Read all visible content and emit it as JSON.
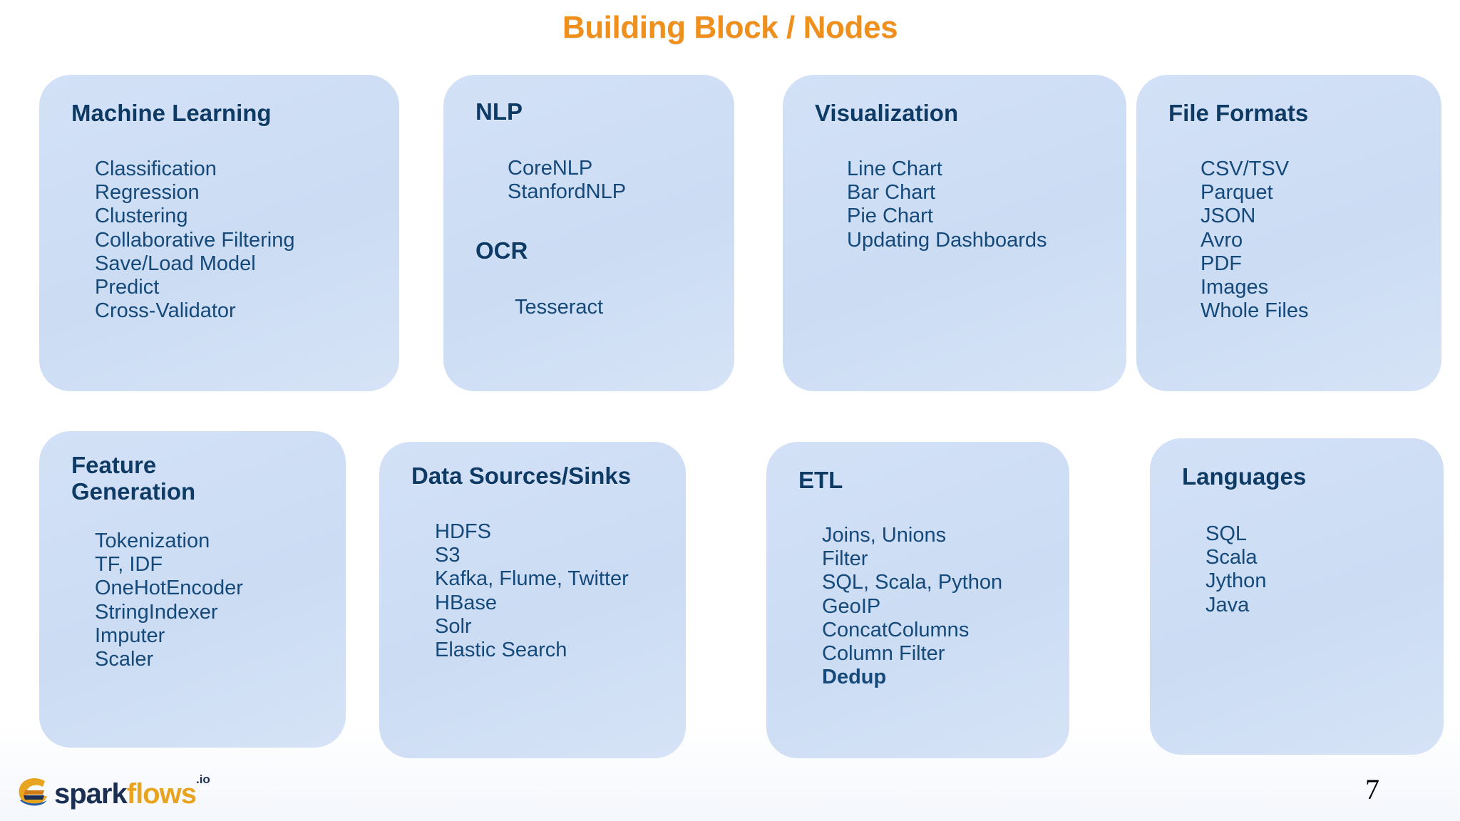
{
  "slide": {
    "title": "Building Block / Nodes",
    "title_color": "#ef8f1c",
    "card_color": "#cfdef5",
    "heading_color": "#0e3a66",
    "text_color": "#15497a",
    "page_number": "7"
  },
  "logo": {
    "name": "sparkflows-logo",
    "word_part1": "spark",
    "word_part2": "flows",
    "tld": ".io",
    "part1_color": "#1b2f52",
    "part2_color": "#e8a41f"
  },
  "cards": [
    {
      "id": "machine-learning",
      "heading": "Machine Learning",
      "items": [
        {
          "label": "Classification",
          "bold": false
        },
        {
          "label": "Regression",
          "bold": false
        },
        {
          "label": "Clustering",
          "bold": false
        },
        {
          "label": "Collaborative Filtering",
          "bold": false
        },
        {
          "label": "Save/Load Model",
          "bold": false
        },
        {
          "label": "Predict",
          "bold": false
        },
        {
          "label": "Cross-Validator",
          "bold": false
        }
      ]
    },
    {
      "id": "nlp",
      "heading": "NLP",
      "items": [
        {
          "label": "CoreNLP",
          "bold": false
        },
        {
          "label": "StanfordNLP",
          "bold": false
        }
      ],
      "subheading": "OCR",
      "sub_items": [
        {
          "label": "Tesseract",
          "bold": false
        }
      ]
    },
    {
      "id": "visualization",
      "heading": "Visualization",
      "items": [
        {
          "label": "Line Chart",
          "bold": false
        },
        {
          "label": "Bar Chart",
          "bold": false
        },
        {
          "label": "Pie Chart",
          "bold": false
        },
        {
          "label": "Updating Dashboards",
          "bold": false
        }
      ]
    },
    {
      "id": "file-formats",
      "heading": "File Formats",
      "items": [
        {
          "label": "CSV/TSV",
          "bold": false
        },
        {
          "label": "Parquet",
          "bold": false
        },
        {
          "label": "JSON",
          "bold": false
        },
        {
          "label": "Avro",
          "bold": false
        },
        {
          "label": "PDF",
          "bold": false
        },
        {
          "label": "Images",
          "bold": false
        },
        {
          "label": "Whole Files",
          "bold": false
        }
      ]
    },
    {
      "id": "feature-generation",
      "heading": "Feature\nGeneration",
      "items": [
        {
          "label": "Tokenization",
          "bold": false
        },
        {
          "label": "TF, IDF",
          "bold": false
        },
        {
          "label": "OneHotEncoder",
          "bold": false
        },
        {
          "label": "StringIndexer",
          "bold": false
        },
        {
          "label": "Imputer",
          "bold": false
        },
        {
          "label": "Scaler",
          "bold": false
        }
      ]
    },
    {
      "id": "data-sources",
      "heading": "Data Sources/Sinks",
      "items": [
        {
          "label": "HDFS",
          "bold": false
        },
        {
          "label": "S3",
          "bold": false
        },
        {
          "label": "Kafka, Flume, Twitter",
          "bold": false
        },
        {
          "label": "HBase",
          "bold": false
        },
        {
          "label": "Solr",
          "bold": false
        },
        {
          "label": "Elastic Search",
          "bold": false
        }
      ]
    },
    {
      "id": "etl",
      "heading": "ETL",
      "items": [
        {
          "label": "Joins, Unions",
          "bold": false
        },
        {
          "label": "Filter",
          "bold": false
        },
        {
          "label": "SQL, Scala, Python",
          "bold": false
        },
        {
          "label": "GeoIP",
          "bold": false
        },
        {
          "label": "ConcatColumns",
          "bold": false
        },
        {
          "label": "Column Filter",
          "bold": false
        },
        {
          "label": "Dedup",
          "bold": true
        }
      ]
    },
    {
      "id": "languages",
      "heading": "Languages",
      "items": [
        {
          "label": "SQL",
          "bold": false
        },
        {
          "label": "Scala",
          "bold": false
        },
        {
          "label": "Jython",
          "bold": false
        },
        {
          "label": "Java",
          "bold": false
        }
      ]
    }
  ]
}
